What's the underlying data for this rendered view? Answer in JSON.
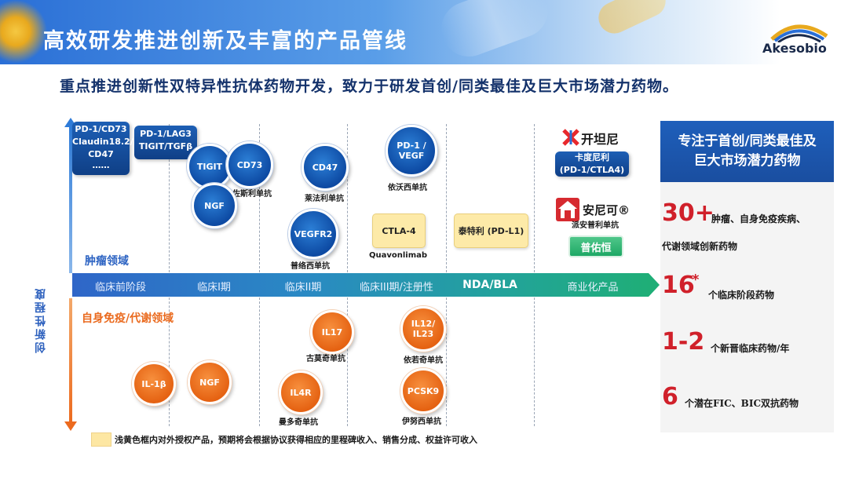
{
  "header": {
    "title": "高效研发推进创新及丰富的产品管线",
    "logo_text": "Akesobio"
  },
  "subtitle": "重点推进创新性双特异性抗体药物开发，致力于研发首创/同类最佳及巨大市场潜力药物。",
  "axis": {
    "y_label": "创新性程度",
    "oncology_label": "肿瘤领域",
    "immunology_label": "自身免疫/代谢领域",
    "stages": [
      "临床前阶段",
      "临床I期",
      "临床II期",
      "临床III期/注册性",
      "NDA/BLA",
      "商业化产品"
    ]
  },
  "oncology": {
    "boxes": [
      {
        "lines": [
          "PD-1/CD73",
          "Claudin18.2/",
          "CD47",
          "……"
        ]
      },
      {
        "lines": [
          "PD-1/LAG3",
          "TIGIT/TGFβ"
        ]
      }
    ],
    "circles": [
      {
        "label": "TIGIT"
      },
      {
        "label": "CD73",
        "name": "佐斯利单抗"
      },
      {
        "label": "NGF"
      },
      {
        "label": "CD47",
        "name": "莱法利单抗"
      },
      {
        "label": "PD-1 / VEGF",
        "name": "依沃西单抗"
      },
      {
        "label": "VEGFR2",
        "name": "普络西单抗"
      }
    ],
    "licensed": [
      {
        "label": "CTLA-4",
        "name": "Quavonlimab"
      },
      {
        "label": "泰特利 (PD-L1)"
      }
    ],
    "commercial": [
      {
        "brand": "开坦尼",
        "brand_sub": "卡度尼利",
        "target": "(PD-1/CTLA4)"
      },
      {
        "brand": "安尼可®",
        "brand_sub": "派安普利单抗"
      },
      {
        "brand": "普佑恒"
      }
    ]
  },
  "immunology": {
    "circles": [
      {
        "label": "IL17",
        "name": "古莫奇单抗"
      },
      {
        "label": "IL12/ IL23",
        "name": "依若奇单抗"
      },
      {
        "label": "IL-1β"
      },
      {
        "label": "NGF"
      },
      {
        "label": "IL4R",
        "name": "曼多奇单抗"
      },
      {
        "label": "PCSK9",
        "name": "伊努西单抗"
      }
    ]
  },
  "panel": {
    "heading_line1": "专注于首创/同类最佳及",
    "heading_line2": "巨大市场潜力药物",
    "stats": [
      {
        "value": "30+",
        "text1": "肿瘤、自身免疫疾病、",
        "text2": "代谢领域创新药物"
      },
      {
        "value": "16",
        "suffix": "*",
        "text1": "个临床阶段药物"
      },
      {
        "value": "1-2",
        "text1": "个新晋临床药物/年"
      },
      {
        "value": "6",
        "text1": "个潜在FIC、BIC双抗药物"
      }
    ]
  },
  "footnote": "浅黄色框内对外授权产品，预期将会根据协议获得相应的里程碑收入、销售分成、权益许可收入",
  "colors": {
    "brand_blue": "#1e5fbb",
    "oncology_blue": "#0d4aa3",
    "immunology_orange": "#e56212",
    "licensed_yellow": "#fdeaa8",
    "stat_red": "#d0202a"
  }
}
